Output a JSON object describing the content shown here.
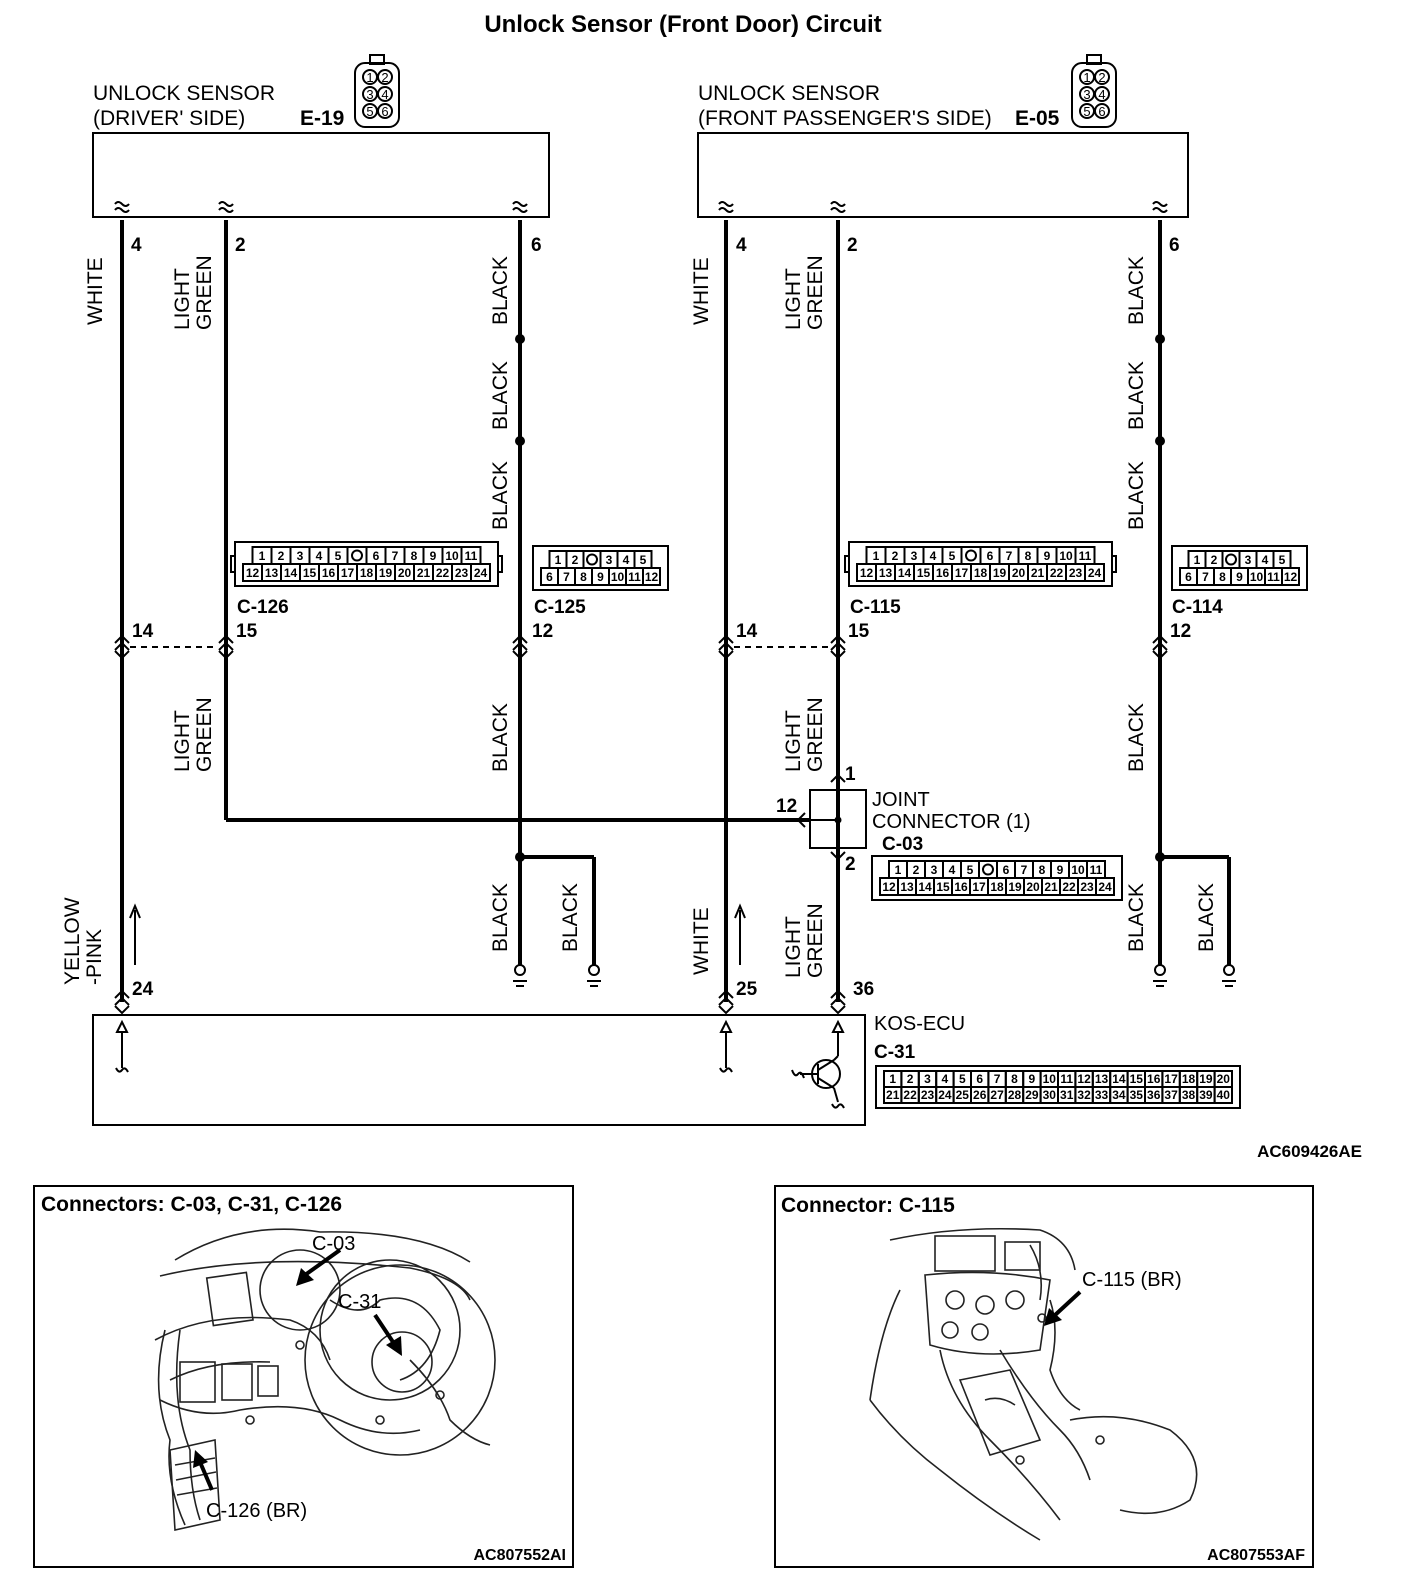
{
  "title": "Unlock Sensor (Front Door) Circuit",
  "sensor_driver": {
    "label_line1": "UNLOCK SENSOR",
    "label_line2": "(DRIVER' SIDE)",
    "connector": "E-19"
  },
  "sensor_passenger": {
    "label_line1": "UNLOCK SENSOR",
    "label_line2": "(FRONT PASSENGER'S SIDE)",
    "connector": "E-05"
  },
  "sensor_pins": [
    "1",
    "2",
    "3",
    "4",
    "5",
    "6"
  ],
  "pins": {
    "d4": "4",
    "d2": "2",
    "d6": "6",
    "p4": "4",
    "p2": "2",
    "p6": "6",
    "d14": "14",
    "d15": "15",
    "d12": "12",
    "p14": "14",
    "p15": "15",
    "p12": "12",
    "ecu24": "24",
    "ecu25": "25",
    "ecu36": "36",
    "j1": "1",
    "j12": "12",
    "j2": "2"
  },
  "wire_colors": {
    "white": "WHITE",
    "light": "LIGHT",
    "green": "GREEN",
    "black": "BLACK",
    "yellow": "YELLOW",
    "pink": "-PINK"
  },
  "connectors": {
    "c126": "C-126",
    "c125": "C-125",
    "c115": "C-115",
    "c114": "C-114",
    "c03": "C-03",
    "c31": "C-31"
  },
  "connector24_row1": [
    "1",
    "2",
    "3",
    "4",
    "5",
    "",
    "6",
    "7",
    "8",
    "9",
    "10",
    "11"
  ],
  "connector24_row2": [
    "12",
    "13",
    "14",
    "15",
    "16",
    "17",
    "18",
    "19",
    "20",
    "21",
    "22",
    "23",
    "24"
  ],
  "connector12_row1": [
    "1",
    "2",
    "",
    "3",
    "4",
    "5"
  ],
  "connector12_row2": [
    "6",
    "7",
    "8",
    "9",
    "10",
    "11",
    "12"
  ],
  "connector40_row1": [
    "1",
    "2",
    "3",
    "4",
    "5",
    "6",
    "7",
    "8",
    "9",
    "10",
    "11",
    "12",
    "13",
    "14",
    "15",
    "16",
    "17",
    "18",
    "19",
    "20"
  ],
  "connector40_row2": [
    "21",
    "22",
    "23",
    "24",
    "25",
    "26",
    "27",
    "28",
    "29",
    "30",
    "31",
    "32",
    "33",
    "34",
    "35",
    "36",
    "37",
    "38",
    "39",
    "40"
  ],
  "joint_connector": {
    "line1": "JOINT",
    "line2": "CONNECTOR (1)"
  },
  "ecu_label": "KOS-ECU",
  "diagram_code": "AC609426AE",
  "panel_left": {
    "title": "Connectors: C-03, C-31, C-126",
    "callout_c03": "C-03",
    "callout_c31": "C-31",
    "callout_c126": "C-126 (BR)",
    "code": "AC807552AI"
  },
  "panel_right": {
    "title": "Connector: C-115",
    "callout_c115": "C-115 (BR)",
    "code": "AC807553AF"
  }
}
